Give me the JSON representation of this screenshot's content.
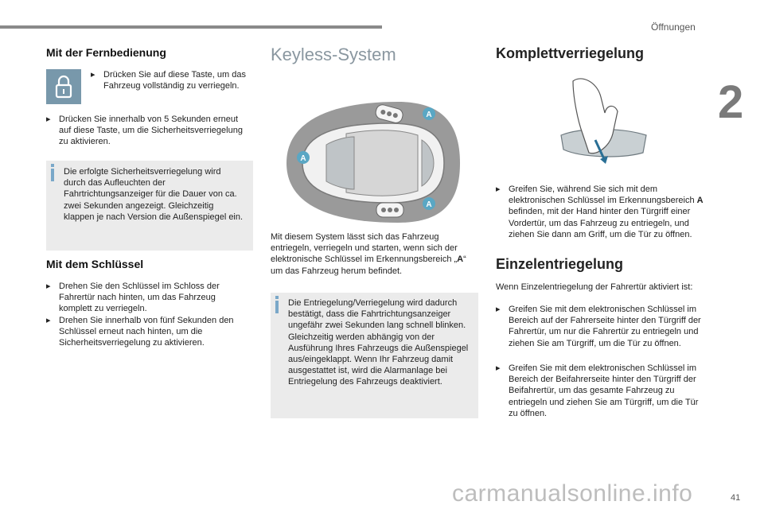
{
  "header": {
    "section": "Öffnungen",
    "chapter": "2"
  },
  "col1": {
    "title": "Mit der Fernbedienung",
    "bullet1": "Drücken Sie auf diese Taste, um das Fahrzeug vollständig zu verriegeln.",
    "bullet2": "Drücken Sie innerhalb von 5 Sekunden erneut auf diese Taste, um die Sicherheitsverriegelung zu aktivieren.",
    "info": "Die erfolgte Sicherheitsverriegelung wird durch das Aufleuchten der Fahrtrichtungsanzeiger für die Dauer von ca. zwei Sekunden angezeigt. Gleichzeitig klappen je nach Version die Außenspiegel ein.",
    "title2": "Mit dem Schlüssel",
    "bullet3": "Drehen Sie den Schlüssel im Schloss der Fahrertür nach hinten, um das Fahrzeug komplett zu verriegeln.",
    "bullet4": "Drehen Sie innerhalb von fünf Sekunden den Schlüssel erneut nach hinten, um die Sicherheitsverriegelung zu aktivieren."
  },
  "col2": {
    "title": "Keyless-System",
    "figure_label": "A",
    "para_a": "Mit diesem System lässt sich das Fahrzeug entriegeln, verriegeln und starten, wenn sich der elektronische Schlüssel im Erkennungsbereich „",
    "para_bold": "A",
    "para_b": "“ um das Fahrzeug herum befindet.",
    "info": "Die Entriegelung/Verriegelung wird dadurch bestätigt, dass die Fahrtrichtungsanzeiger ungefähr zwei Sekunden lang schnell blinken. Gleichzeitig werden abhängig von der Ausführung Ihres Fahrzeugs die Außenspiegel aus/eingeklappt. Wenn Ihr Fahrzeug damit ausgestattet ist, wird die Alarmanlage bei Entriegelung des Fahrzeugs deaktiviert."
  },
  "col3": {
    "title": "Komplettverriegelung",
    "bullet1_a": "Greifen Sie, während Sie sich mit dem elektronischen Schlüssel im Erkennungsbereich ",
    "bullet1_bold": "A",
    "bullet1_b": " befinden, mit der Hand hinter den Türgriff einer Vordertür, um das Fahrzeug zu entriegeln, und ziehen Sie dann am Griff, um die Tür zu öffnen.",
    "title2": "Einzelentriegelung",
    "intro": "Wenn Einzelentriegelung der Fahrertür aktiviert ist:",
    "bullet2": "Greifen Sie mit dem elektronischen Schlüssel im Bereich auf der Fahrerseite hinter den Türgriff der Fahrertür, um nur die Fahrertür zu entriegeln und ziehen Sie am Türgriff, um die Tür zu öffnen.",
    "bullet3": "Greifen Sie mit dem elektronischen Schlüssel im Bereich der Beifahrerseite hinter den Türgriff der Beifahrertür, um das gesamte Fahrzeug zu entriegeln und ziehen Sie am Türgriff, um die Tür zu öffnen."
  },
  "footer": {
    "page": "41",
    "watermark": "carmanualsonline.info"
  },
  "bullet_marker": "",
  "colors": {
    "accent": "#7aa8c9",
    "icon_bg": "#7898ab",
    "infobox_bg": "#ebebeb",
    "title_grey": "#8a97a0"
  }
}
